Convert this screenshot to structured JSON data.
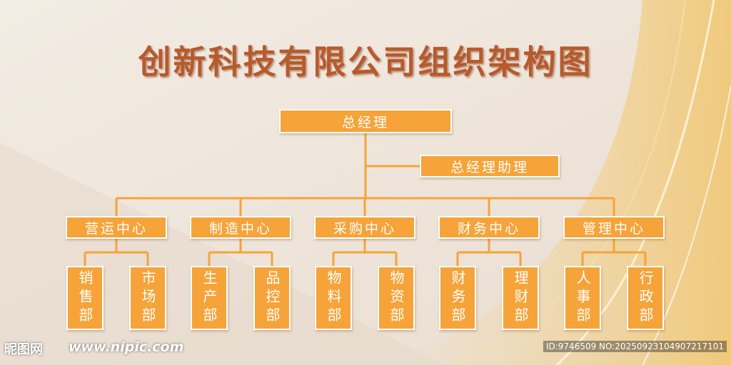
{
  "title": "创新科技有限公司组织架构图",
  "colors": {
    "box_fill": "#f6a33a",
    "line": "#f6a33a",
    "title": "#b75a2c",
    "background": "#efe6dc"
  },
  "nodes": {
    "gm": "总经理",
    "assistant": "总经理助理",
    "centers": [
      {
        "name": "营运中心",
        "depts": [
          "销售部",
          "市场部"
        ]
      },
      {
        "name": "制造中心",
        "depts": [
          "生产部",
          "品控部"
        ]
      },
      {
        "name": "采购中心",
        "depts": [
          "物料部",
          "物资部"
        ]
      },
      {
        "name": "财务中心",
        "depts": [
          "财务部",
          "理财部"
        ]
      },
      {
        "name": "管理中心",
        "depts": [
          "人事部",
          "行政部"
        ]
      }
    ]
  },
  "watermark": {
    "logo": "昵图网",
    "url": "www.nipic.com",
    "id": "ID:9746509 NO:20250923104907217101"
  }
}
